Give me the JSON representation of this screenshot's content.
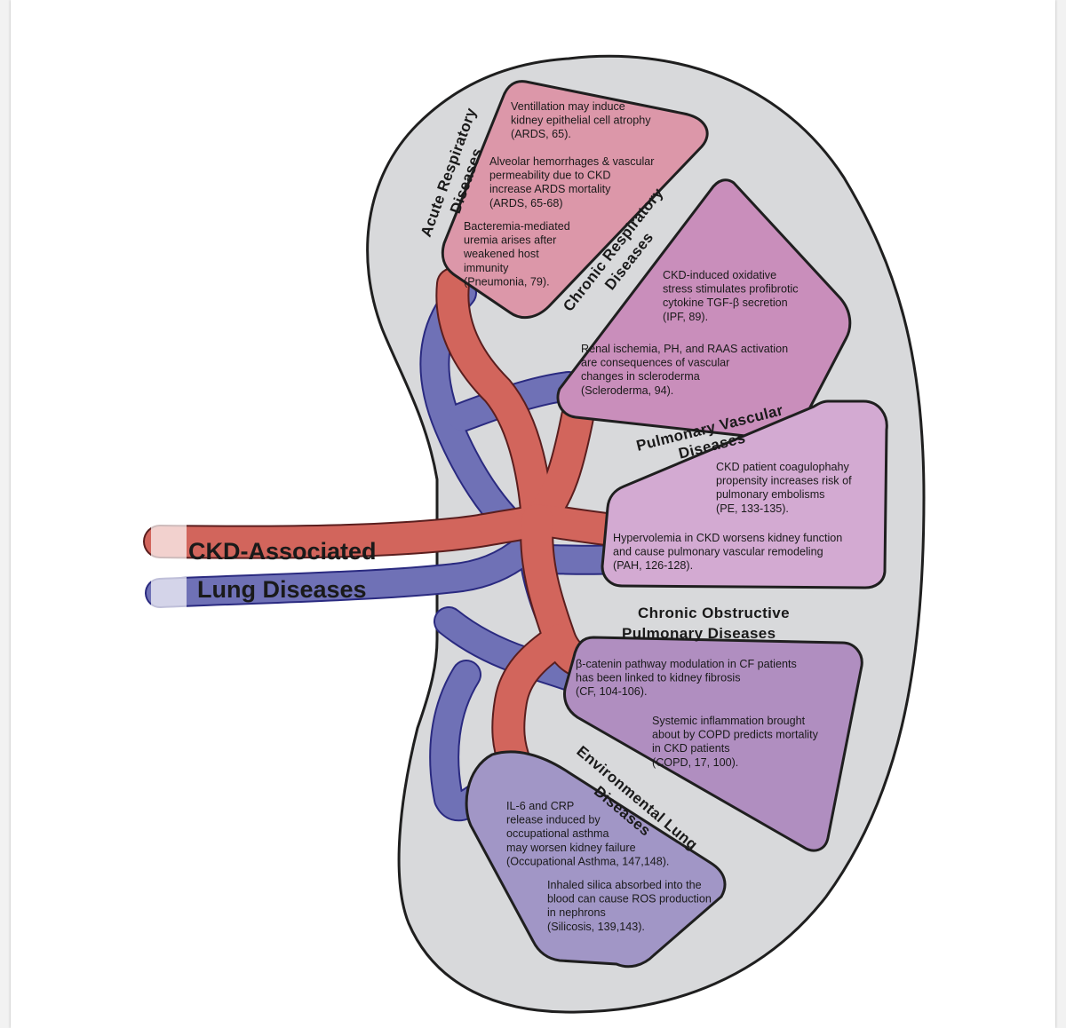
{
  "title": {
    "line1": "CKD-Associated",
    "line2": "Lung Diseases"
  },
  "categories": {
    "acute": {
      "line1": "Acute Respiratory",
      "line2": "Diseases"
    },
    "chronic": {
      "line1": "Chronic Respiratory",
      "line2": "Diseases"
    },
    "vascular": {
      "line1": "Pulmonary Vascular",
      "line2": "Diseases"
    },
    "copd": {
      "line1": "Chronic Obstructive",
      "line2": "Pulmonary Diseases"
    },
    "environmental": {
      "line1": "Environmental Lung",
      "line2": "Diseases"
    }
  },
  "panels": {
    "acute": {
      "color": "#dc97a9",
      "items": [
        {
          "lines": [
            "Ventillation may induce",
            "kidney epithelial cell atrophy",
            "(ARDS, 65)."
          ]
        },
        {
          "lines": [
            "Alveolar hemorrhages & vascular",
            "permeability due to CKD",
            "increase ARDS mortality",
            "(ARDS, 65-68)"
          ]
        },
        {
          "lines": [
            "Bacteremia-mediated",
            "uremia arises after",
            "weakened host",
            "immunity",
            "(Pneumonia, 79)."
          ]
        }
      ]
    },
    "chronic": {
      "color": "#c98ebb",
      "items": [
        {
          "lines": [
            "CKD-induced oxidative",
            "stress stimulates profibrotic",
            "cytokine TGF-β secretion",
            "(IPF, 89)."
          ]
        },
        {
          "lines": [
            "Renal ischemia, PH, and RAAS activation",
            "are consequences of vascular",
            "changes in scleroderma",
            "(Scleroderma, 94)."
          ]
        }
      ]
    },
    "vascular": {
      "color": "#d3aad2",
      "items": [
        {
          "lines": [
            "CKD patient coagulophahy",
            "propensity increases risk of",
            "pulmonary embolisms",
            "(PE, 133-135)."
          ]
        },
        {
          "lines": [
            "Hypervolemia in CKD worsens kidney function",
            "and cause pulmonary vascular remodeling",
            "(PAH, 126-128)."
          ]
        }
      ]
    },
    "copd": {
      "color": "#b08ec0",
      "items": [
        {
          "lines": [
            "β-catenin pathway modulation in CF patients",
            "has been linked to kidney fibrosis",
            "(CF, 104-106)."
          ]
        },
        {
          "lines": [
            "Systemic inflammation brought",
            "about by COPD predicts mortality",
            "in CKD patients",
            "(COPD, 17, 100)."
          ]
        }
      ]
    },
    "environmental": {
      "color": "#a196c6",
      "items": [
        {
          "lines": [
            "IL-6 and CRP",
            "release induced by",
            "occupational asthma",
            "may worsen kidney failure",
            "(Occupational Asthma, 147,148)."
          ]
        },
        {
          "lines": [
            "Inhaled silica absorbed into the",
            "blood can cause ROS production",
            "in nephrons",
            "(Silicosis, 139,143)."
          ]
        }
      ]
    }
  },
  "colors": {
    "kidney_fill": "#d8d9db",
    "artery": "#d2655c",
    "vein": "#6f71b6",
    "outline": "#1f1f1f"
  }
}
